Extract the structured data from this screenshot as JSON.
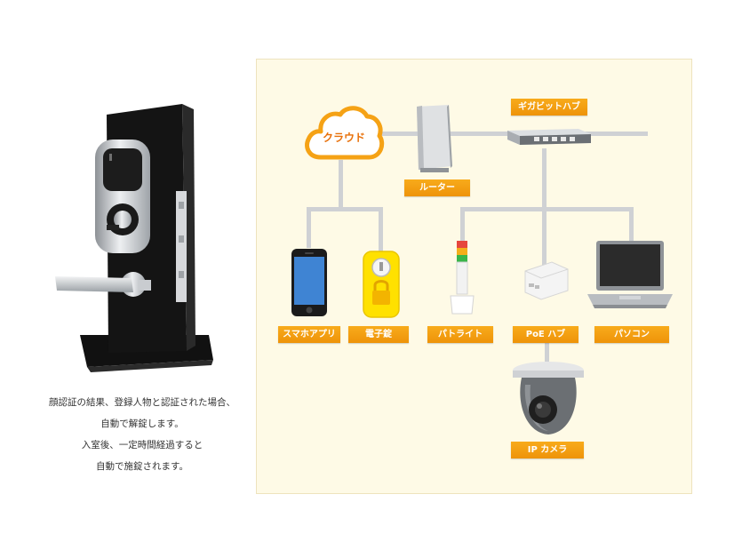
{
  "caption": {
    "lines": [
      "顔認証の結果、登録人物と認証された場合、",
      "自動で解錠します。",
      "入室後、一定時間経過すると",
      "自動で施錠されます。"
    ]
  },
  "diagram": {
    "cloud": "クラウド",
    "router": "ルーター",
    "hub": "ギガビットハブ",
    "smartphone": "スマホアプリ",
    "lock": "電子錠",
    "patlite": "パトライト",
    "poe_hub": "PoE ハブ",
    "pc": "パソコン",
    "ip_camera": "IP カメラ"
  },
  "colors": {
    "label_orange": "#f29b12",
    "cloud_orange": "#f5a215",
    "line_gray": "#cfd1d4",
    "panel_bg": "#fefae6",
    "lock_yellow": "#ffe100"
  }
}
